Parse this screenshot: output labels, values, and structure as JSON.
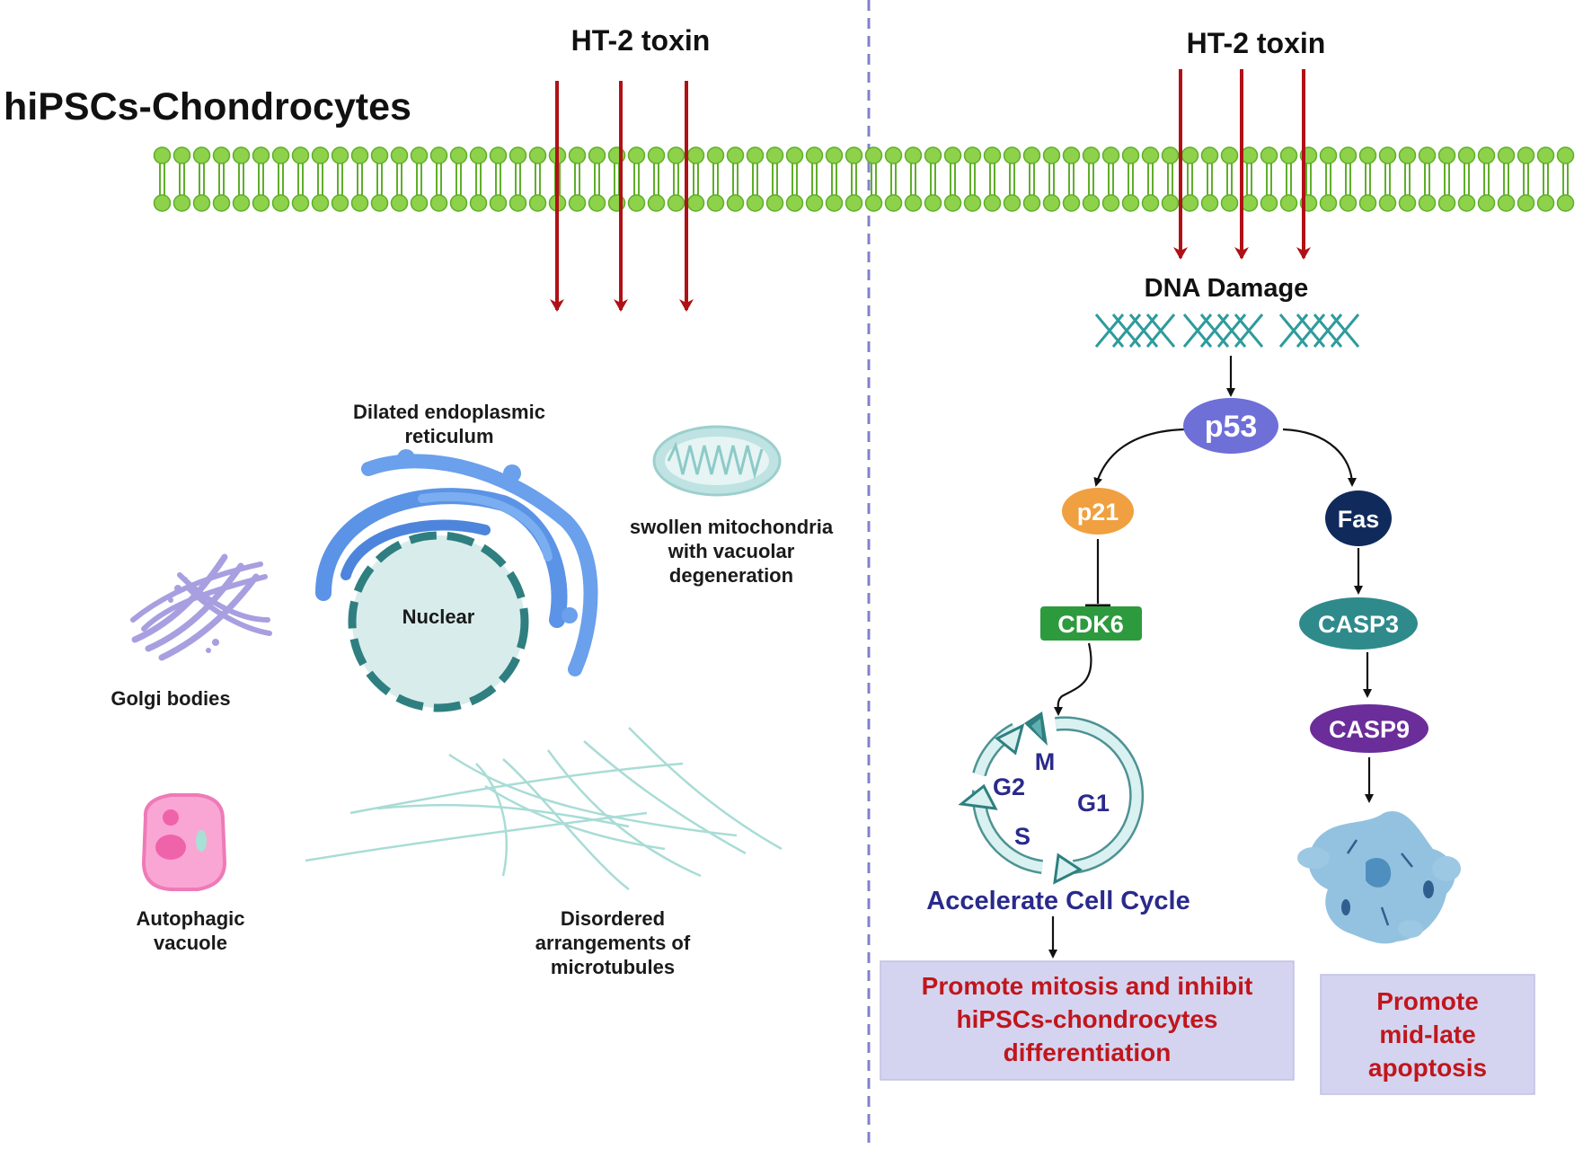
{
  "title": "hiPSCs-Chondrocytes",
  "left": {
    "toxin_label": "HT-2 toxin",
    "organelles": {
      "er_line1": "Dilated endoplasmic",
      "er_line2": "reticulum",
      "nucleus": "Nuclear",
      "mito_line1": "swollen mitochondria",
      "mito_line2": "with vacuolar",
      "mito_line3": "degeneration",
      "golgi": "Golgi bodies",
      "vacuole_line1": "Autophagic",
      "vacuole_line2": "vacuole",
      "micro_line1": "Disordered",
      "micro_line2": "arrangements of",
      "micro_line3": "microtubules"
    }
  },
  "right": {
    "toxin_label": "HT-2 toxin",
    "dna_damage": "DNA Damage",
    "nodes": {
      "p53": "p53",
      "p21": "p21",
      "fas": "Fas",
      "cdk6": "CDK6",
      "casp3": "CASP3",
      "casp9": "CASP9"
    },
    "cycle": {
      "m": "M",
      "g1": "G1",
      "g2": "G2",
      "s": "S",
      "label": "Accelerate Cell Cycle"
    },
    "outcome_left": {
      "line1": "Promote mitosis and inhibit",
      "line2": "hiPSCs-chondrocytes",
      "line3": "differentiation"
    },
    "outcome_right": {
      "line1": "Promote",
      "line2": "mid-late",
      "line3": "apoptosis"
    }
  },
  "colors": {
    "membrane": "#8ed14a",
    "toxin_arrow": "#b01116",
    "p53": "#6f6fd8",
    "p21": "#f0a040",
    "fas": "#102a5c",
    "cdk6": "#2e9a3e",
    "casp3": "#2f8a8c",
    "casp9": "#6a2d9a",
    "outcome_box": "#d4d4f0",
    "outcome_text": "#c0161c",
    "divider": "#8080cc"
  }
}
